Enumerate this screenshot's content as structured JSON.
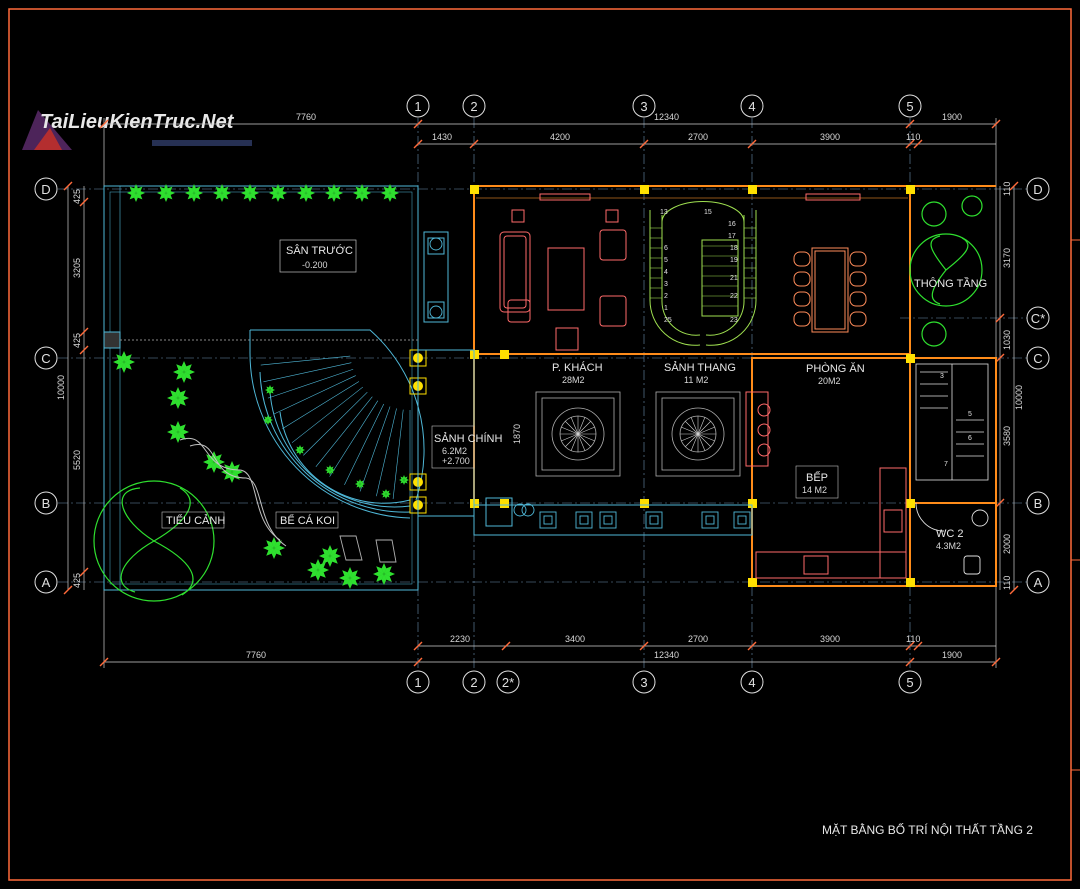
{
  "watermark": "TaiLieuKienTruc.Net",
  "drawing_title": "MẶT BẰNG BỐ TRÍ NỘI THẤT TẦNG 2",
  "top_dims": {
    "overall_left": "7760",
    "overall_main": "12340",
    "overall_right": "1900",
    "segments": [
      "1430",
      "4200",
      "2700",
      "3900",
      "110"
    ]
  },
  "bottom_dims": {
    "overall_left": "7760",
    "overall_main": "12340",
    "overall_right": "1900",
    "segments": [
      "2230",
      "3400",
      "2700",
      "3900",
      "110"
    ]
  },
  "left_dims": {
    "overall": "10000",
    "segments": [
      "425",
      "3205",
      "425",
      "5520",
      "425"
    ]
  },
  "right_dims": {
    "overall": "10000",
    "segments": [
      "110",
      "3170",
      "1030",
      "3580",
      "2000",
      "110"
    ]
  },
  "inner_dims": {
    "hall": "1870"
  },
  "axes_top": [
    "1",
    "2",
    "3",
    "4",
    "5"
  ],
  "axes_bottom": [
    "1",
    "2",
    "2*",
    "3",
    "4",
    "5"
  ],
  "axes_left": [
    "D",
    "C",
    "B",
    "A"
  ],
  "axes_right": [
    "D",
    "C*",
    "C",
    "B",
    "A"
  ],
  "rooms": {
    "san_truoc": {
      "name": "SÂN TRƯỚC",
      "level": "-0.200"
    },
    "sanh_chinh": {
      "name": "SẢNH CHÍNH",
      "area": "6.2M2",
      "level": "+2.700"
    },
    "khach": {
      "name": "P. KHÁCH",
      "area": "28M2"
    },
    "sanh_thang": {
      "name": "SẢNH THANG",
      "area": "11 M2"
    },
    "phong_an": {
      "name": "PHÒNG ĂN",
      "area": "20M2"
    },
    "thong_tang": {
      "name": "THÔNG TẦNG"
    },
    "bep": {
      "name": "BẾP",
      "area": "14 M2"
    },
    "wc": {
      "name": "WC 2",
      "area": "4.3M2"
    },
    "tieu_canh": {
      "name": "TIỂU CẢNH"
    },
    "be_ca": {
      "name": "BỂ CÁ KOI"
    }
  },
  "stair_numbers": [
    "13",
    "15",
    "16",
    "17",
    "18",
    "19",
    "21",
    "22",
    "23",
    "25",
    "1",
    "2",
    "3",
    "4",
    "5",
    "6",
    "7"
  ],
  "side_stair_numbers": [
    "3",
    "5",
    "6",
    "7"
  ],
  "colors": {
    "background": "#000000",
    "frame": "#ff6a3a",
    "grid_line": "#6d8fb0",
    "dim_line": "#cfcfcf",
    "wall": "#ff8c1a",
    "column": "#ffe000",
    "landscape": "#2fe02f",
    "furniture": "#ff6a6a",
    "stair": "#9fe050",
    "terrace": "#4fb8d8"
  }
}
